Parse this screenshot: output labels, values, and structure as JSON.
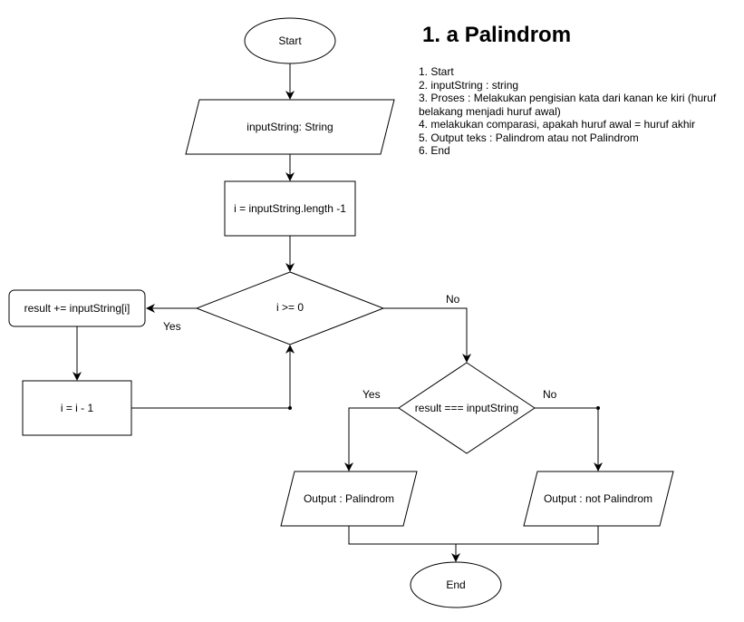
{
  "title": "1. a Palindrom",
  "steps": [
    "1. Start",
    "2. inputString : string",
    "3. Proses : Melakukan pengisian kata dari kanan ke kiri (huruf belakang menjadi huruf awal)",
    "4. melakukan comparasi, apakah huruf awal = huruf akhir",
    "5. Output teks : Palindrom atau not Palindrom",
    "6. End"
  ],
  "nodes": {
    "start": "Start",
    "input": "inputString: String",
    "init": "i = inputString.length -1",
    "loop_condition": "i >= 0",
    "append": "result += inputString[i]",
    "decrement": "i = i - 1",
    "compare": "result === inputString",
    "output_yes": "Output : Palindrom",
    "output_no": "Output : not Palindrom",
    "end": "End"
  },
  "edge_labels": {
    "loop_yes": "Yes",
    "loop_no": "No",
    "compare_yes": "Yes",
    "compare_no": "No"
  },
  "colors": {
    "stroke": "#000000",
    "fill": "#ffffff"
  }
}
